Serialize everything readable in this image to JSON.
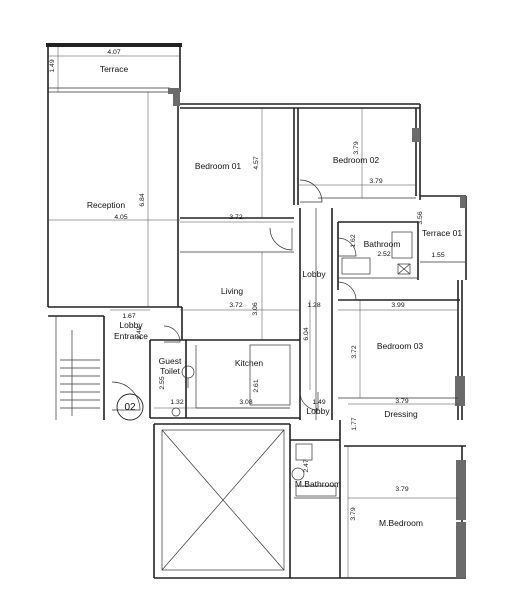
{
  "rooms": [
    {
      "id": "terrace-top",
      "name": "Terrace"
    },
    {
      "id": "reception",
      "name": "Reception"
    },
    {
      "id": "bedroom-01",
      "name": "Bedroom 01"
    },
    {
      "id": "bedroom-02",
      "name": "Bedroom 02"
    },
    {
      "id": "terrace-01",
      "name": "Terrace 01"
    },
    {
      "id": "bathroom",
      "name": "Bathroom"
    },
    {
      "id": "lobby-center",
      "name": "Lobby"
    },
    {
      "id": "living",
      "name": "Living"
    },
    {
      "id": "bedroom-03",
      "name": "Bedroom 03"
    },
    {
      "id": "lobby-entrance-1",
      "name": "Lobby"
    },
    {
      "id": "lobby-entrance-2",
      "name": "Entrance"
    },
    {
      "id": "guest-1",
      "name": "Guest"
    },
    {
      "id": "guest-2",
      "name": "Toilet"
    },
    {
      "id": "kitchen",
      "name": "Kitchen"
    },
    {
      "id": "lobby-lower",
      "name": "Lobby"
    },
    {
      "id": "dressing",
      "name": "Dressing"
    },
    {
      "id": "m-bathroom",
      "name": "M.Bathroom"
    },
    {
      "id": "m-bedroom",
      "name": "M.Bedroom"
    }
  ],
  "dimensions": [
    "4.07",
    "1.49",
    "6.84",
    "4.05",
    "3.72",
    "4.57",
    "3.79",
    "3.79",
    "3.56",
    "1.55",
    "1.62",
    "2.52",
    "3.72",
    "3.06",
    "1.28",
    "6.04",
    "3.99",
    "3.72",
    "1.67",
    "2.49",
    "2.55",
    "1.32",
    "3.08",
    "2.61",
    "1.49",
    "3.79",
    "1.77",
    "2.47",
    "3.79",
    "3.79"
  ],
  "unit_tag": "02"
}
